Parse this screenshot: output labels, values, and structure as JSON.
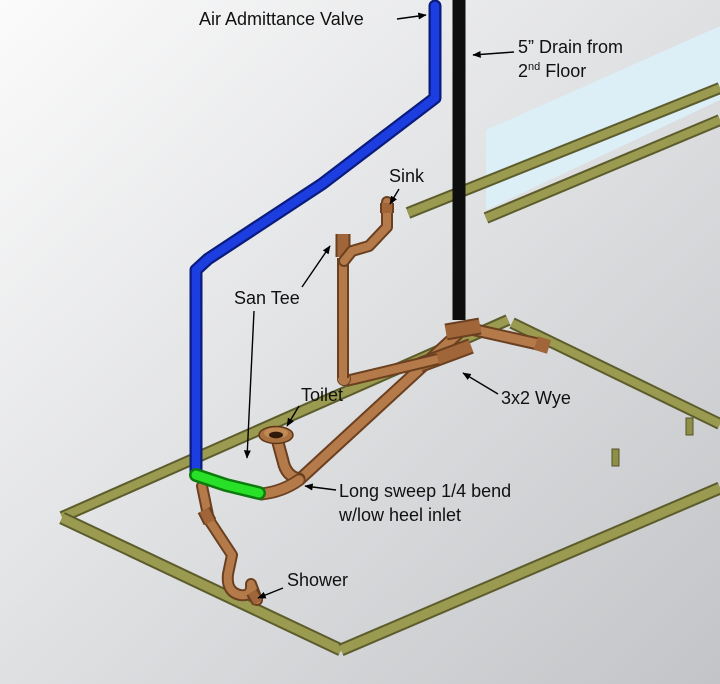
{
  "diagram": {
    "type": "isometric-plumbing-dwv-diagram",
    "labels": {
      "air_admittance_valve": "Air Admittance Valve",
      "drain_line1": "5” Drain from",
      "drain_num": "2",
      "drain_sup": "nd",
      "drain_rest": "Floor",
      "sink": "Sink",
      "san_tee": "San Tee",
      "toilet": "Toilet",
      "wye": "3x2 Wye",
      "sweep_line1": "Long sweep 1/4 bend",
      "sweep_line2": "w/low heel inlet",
      "shower": "Shower"
    },
    "colors": {
      "vent_pipe": "#1c3ee0",
      "drain_stack": "#0e0e0e",
      "copper_pipe": "#b57a4a",
      "copper_fitting": "#a06538",
      "fitting_highlight": "#27e027",
      "framing": "#9a9a50",
      "wall_panel": "#dceef6"
    }
  }
}
